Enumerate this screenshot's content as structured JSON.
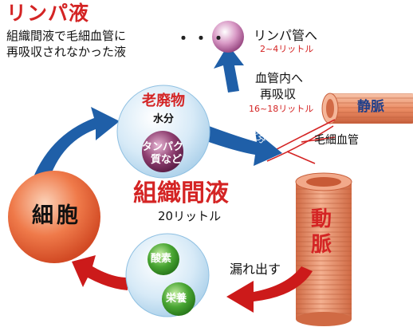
{
  "title": "リンパ液",
  "description": [
    "組織間液で毛細血管に",
    "再吸収されなかった液"
  ],
  "ellipsis": "・・・",
  "lymph_duct": {
    "label": "リンパ管へ",
    "amount": "2~4リットル"
  },
  "reabsorption": {
    "label_line1": "血管内へ",
    "label_line2": "再吸収",
    "amount": "16~18リットル"
  },
  "waste": {
    "label": "老廃物",
    "water": "水分",
    "protein_line1": "タンパク",
    "protein_line2": "質など"
  },
  "water_arrow": "水分",
  "vein": "静脈",
  "capillary": "毛細血管",
  "interstitial": {
    "label": "組織間液",
    "amount": "20リットル"
  },
  "cell": "細胞",
  "artery": {
    "label_line1": "動",
    "label_line2": "脈"
  },
  "leak": "漏れ出す",
  "nutrients": {
    "oxygen": "酸素",
    "nutrition": "栄養"
  },
  "colors": {
    "accent_red": "#d42424",
    "arrow_blue": "#1f5fa8",
    "arrow_red": "#cc1a1a",
    "cell_orange": "#ee6a3a",
    "sphere_blue": "#cfe5f4",
    "sphere_green": "#3e9a2c",
    "sphere_purple": "#7a3360",
    "vessel_pink": "#f0a384"
  }
}
